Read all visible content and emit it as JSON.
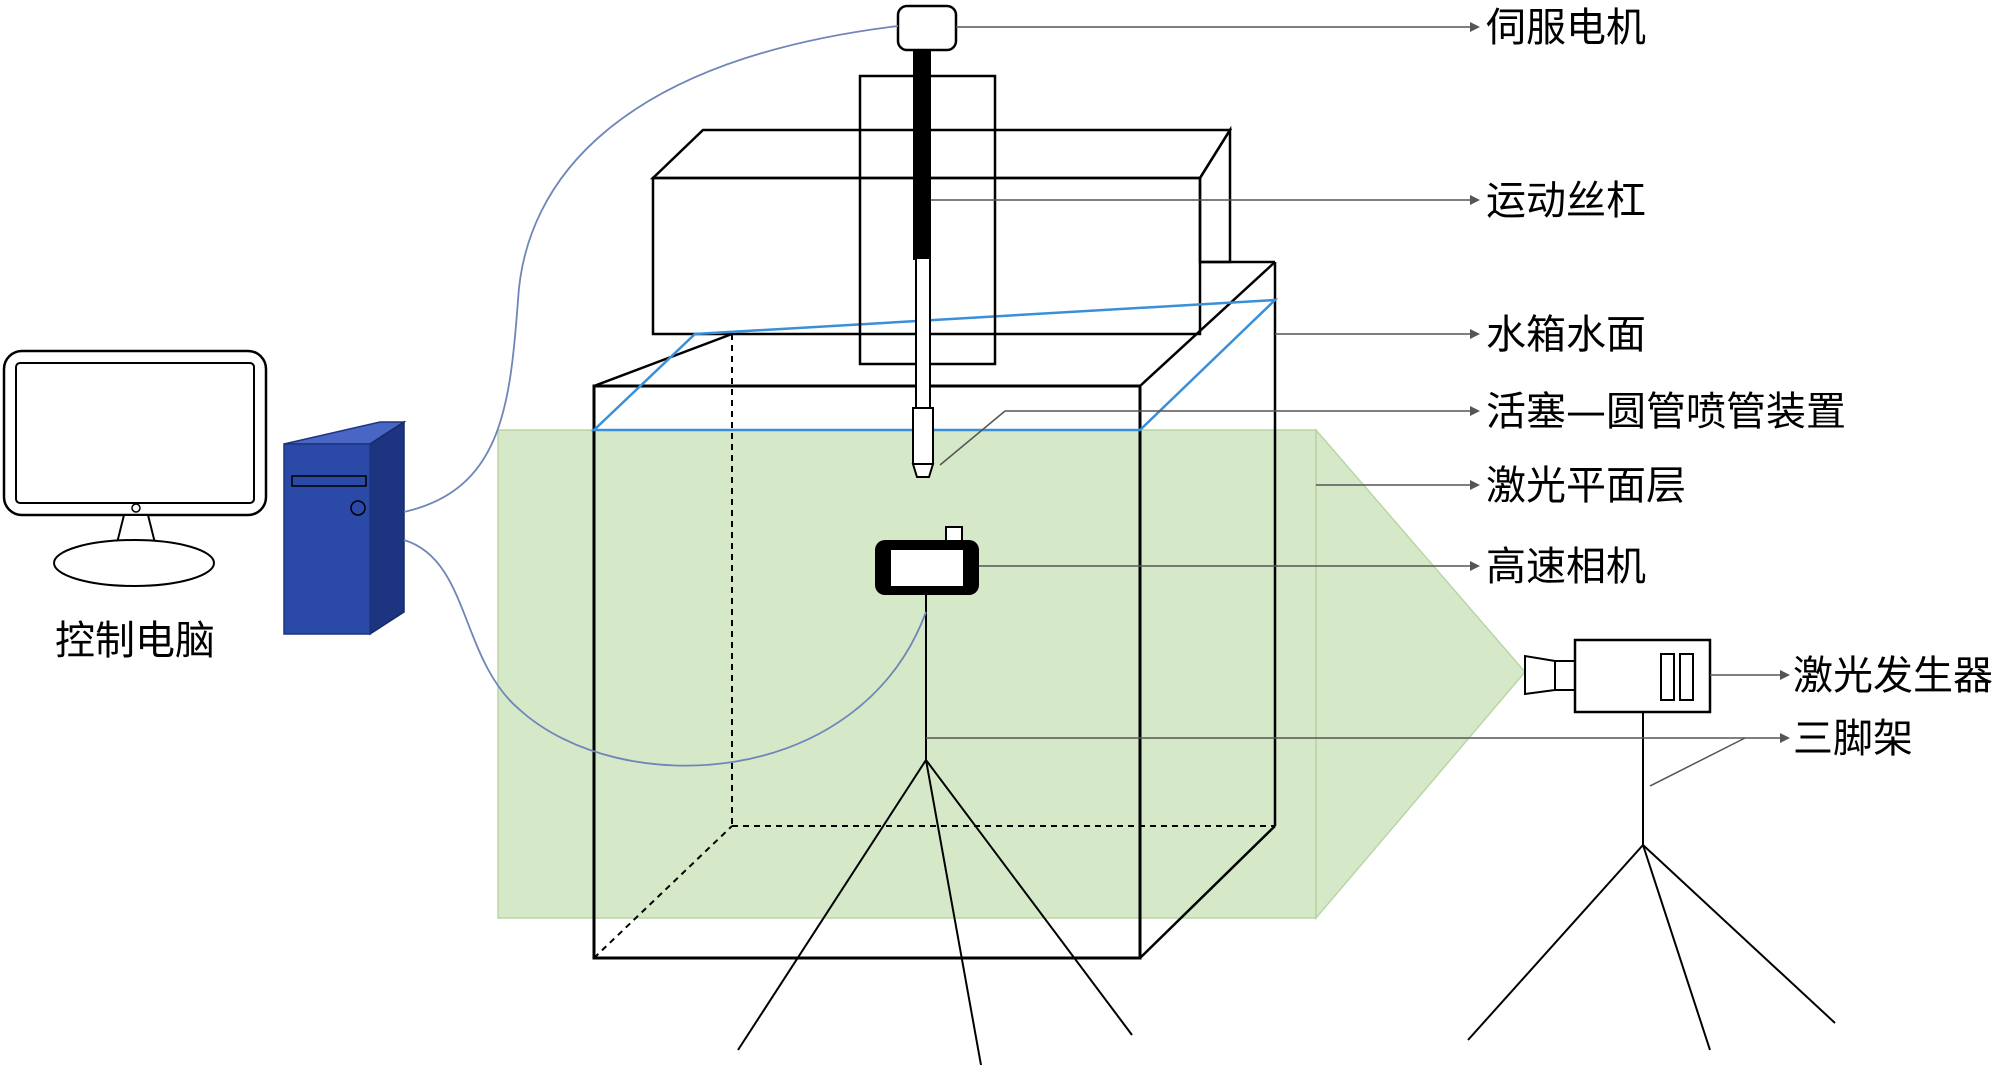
{
  "diagram": {
    "labels": {
      "servo_motor": "伺服电机",
      "lead_screw": "运动丝杠",
      "tank_water_surface": "水箱水面",
      "piston_nozzle": "活塞—圆管喷管装置",
      "laser_plane": "激光平面层",
      "high_speed_camera": "高速相机",
      "laser_generator": "激光发生器",
      "tripod": "三脚架",
      "control_pc": "控制电脑"
    },
    "colors": {
      "laser_plane": "#d5e8c8",
      "laser_plane_edge": "#b9d6a5",
      "water_surface": "#3a8fd9",
      "pc_tower": "#2b4aa8",
      "pc_tower_side": "#1d3580",
      "cable": "#6f86b8"
    },
    "icons": {
      "pc_monitor": "monitor-icon",
      "pc_tower": "pc-tower-icon",
      "camera": "camera-icon",
      "laser": "laser-generator-icon"
    }
  }
}
